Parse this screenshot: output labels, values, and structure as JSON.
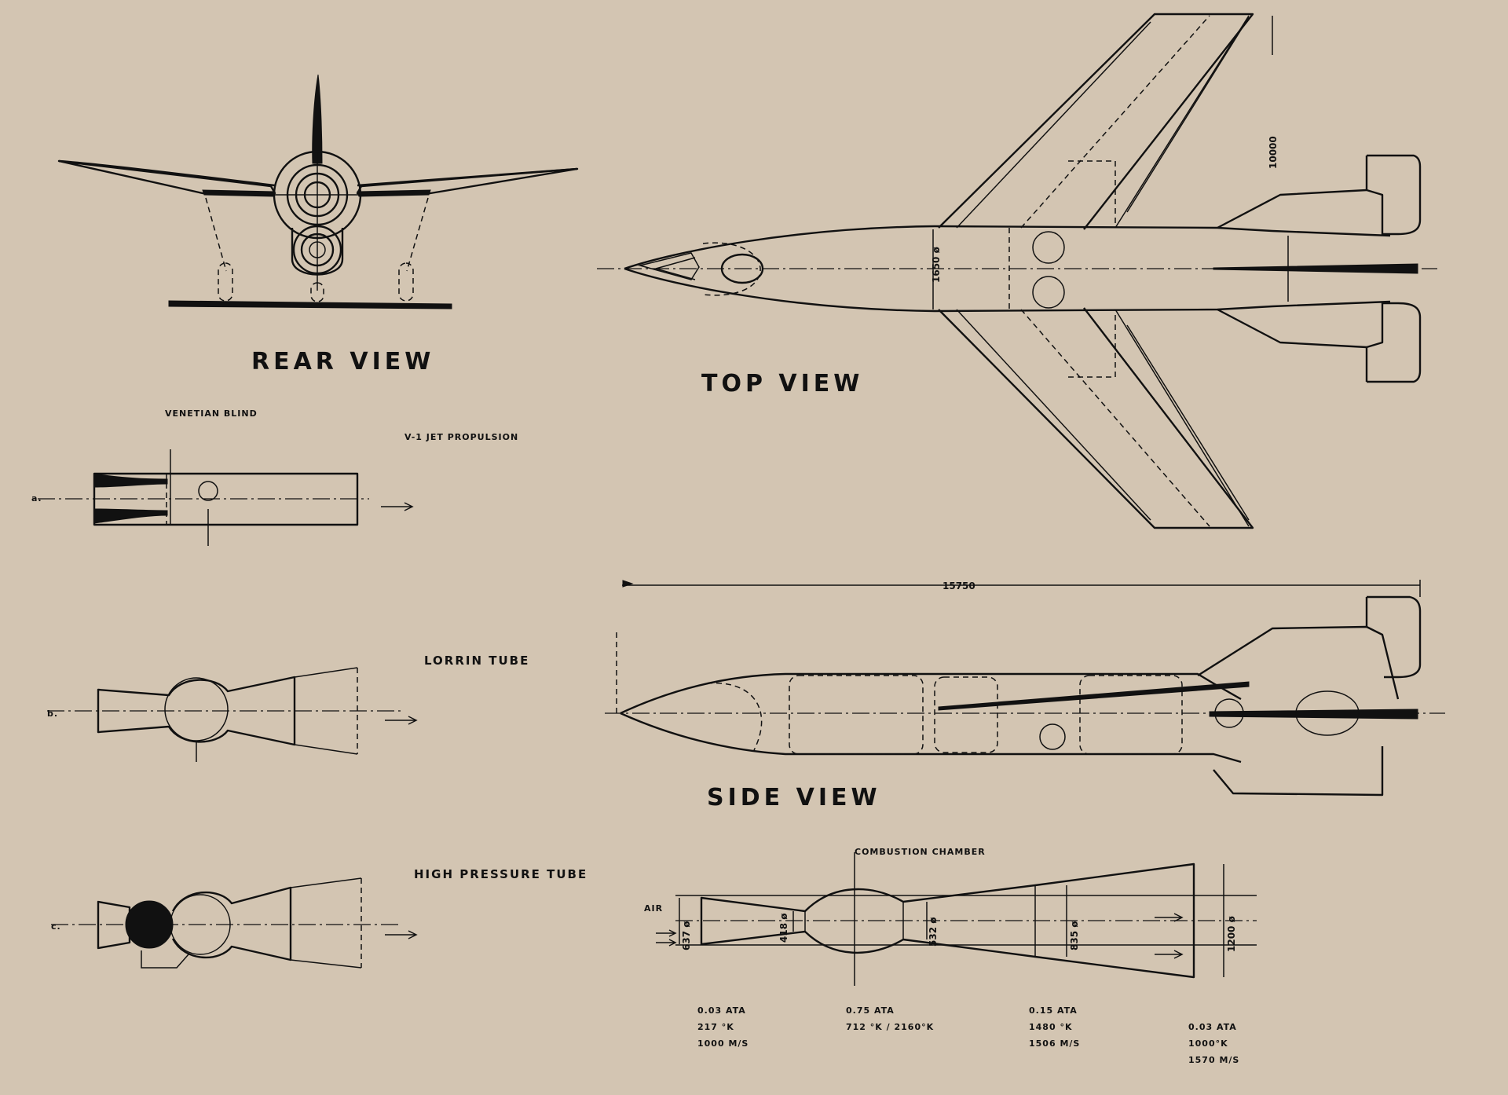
{
  "views": {
    "rear": "REAR VIEW",
    "top": "TOP VIEW",
    "side": "SIDE VIEW"
  },
  "jets": {
    "venetian": "VENETIAN BLIND",
    "v1": "V-1 JET PROPULSION",
    "lorrin": "LORRIN TUBE",
    "high_pressure": "HIGH PRESSURE TUBE",
    "letters": [
      "a.",
      "b.",
      "c."
    ]
  },
  "dimensions": {
    "span": "10000",
    "fuselage_dia": "1650 ø",
    "length": "15750"
  },
  "chamber": {
    "title": "COMBUSTION CHAMBER",
    "air": "AIR",
    "d1": "637 ø",
    "d2": "418 ø",
    "d3": "532 ø",
    "d4": "835 ø",
    "d5": "1200 ø",
    "stations": [
      [
        "0.03 ATA",
        "217 °K",
        "1000 M/S"
      ],
      [
        "0.75 ATA",
        "712 °K / 2160°K"
      ],
      [
        "0.15 ATA",
        "1480 °K",
        "1506 M/S"
      ],
      [
        "0.03 ATA",
        "1000°K",
        "1570 M/S"
      ]
    ]
  },
  "colors": {
    "paper": "#d3c5b2",
    "ink": "#111111"
  }
}
